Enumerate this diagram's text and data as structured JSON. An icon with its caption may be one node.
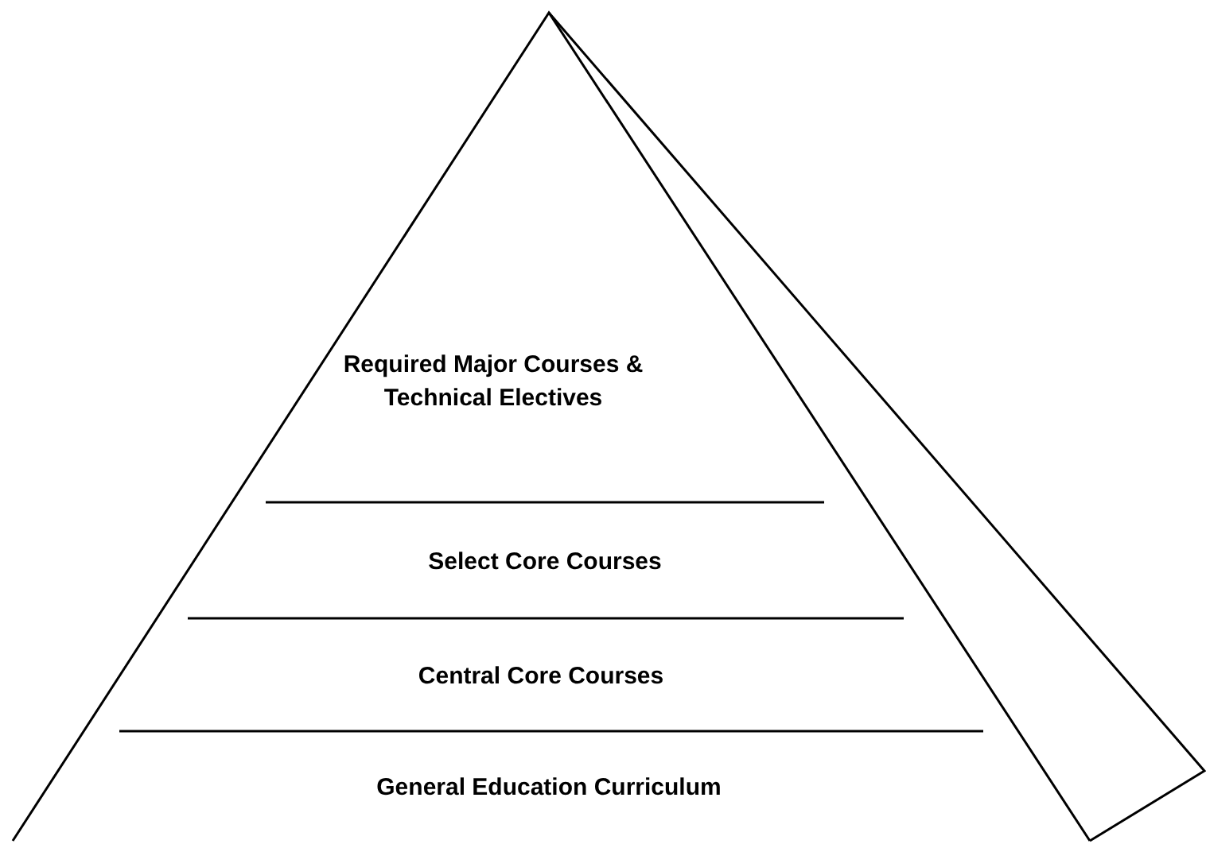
{
  "diagram": {
    "nodes": [
      {
        "text": [
          "Required Major Courses & Technical Electives"
        ]
      },
      {
        "text": [
          "Select Core Courses"
        ]
      },
      {
        "text": [
          "Central Core Courses"
        ]
      },
      {
        "text": [
          "General Education Curriculum"
        ]
      }
    ]
  }
}
